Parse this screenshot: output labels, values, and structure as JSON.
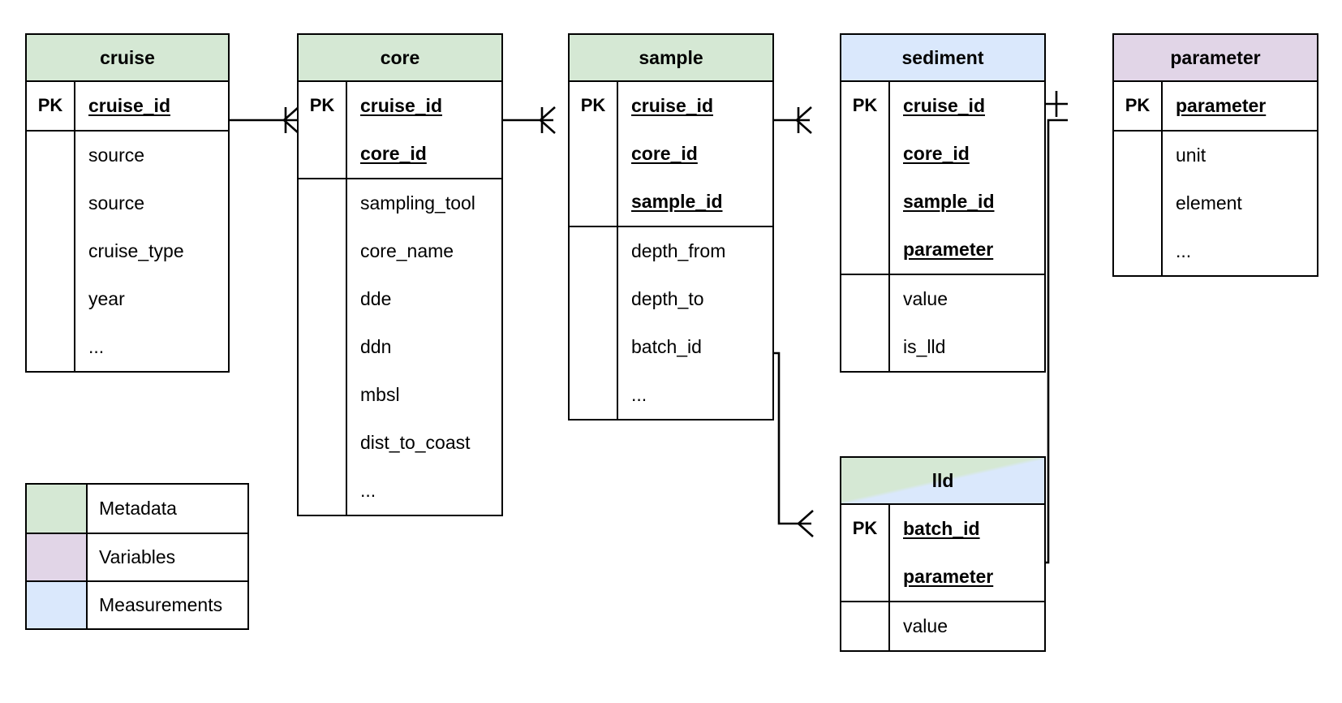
{
  "diagram": {
    "type": "entity-relationship-diagram",
    "notation": "crow's-foot",
    "colors": {
      "metadata": "#d5e8d4",
      "variables": "#e1d5e7",
      "measurements": "#dae8fc",
      "border": "#000000",
      "background": "#ffffff"
    }
  },
  "entities": [
    {
      "id": "cruise",
      "title": "cruise",
      "category": "Metadata",
      "header_fill": "#d5e8d4",
      "key_label": "PK",
      "primary_keys": [
        "cruise_id"
      ],
      "attributes": [
        "source",
        "source",
        "cruise_type",
        "year",
        "..."
      ]
    },
    {
      "id": "core",
      "title": "core",
      "category": "Metadata",
      "header_fill": "#d5e8d4",
      "key_label": "PK",
      "primary_keys": [
        "cruise_id",
        "core_id"
      ],
      "attributes": [
        "sampling_tool",
        "core_name",
        "dde",
        "ddn",
        "mbsl",
        "dist_to_coast",
        "..."
      ]
    },
    {
      "id": "sample",
      "title": "sample",
      "category": "Metadata",
      "header_fill": "#d5e8d4",
      "key_label": "PK",
      "primary_keys": [
        "cruise_id",
        "core_id",
        "sample_id"
      ],
      "attributes": [
        "depth_from",
        "depth_to",
        "batch_id",
        "..."
      ]
    },
    {
      "id": "sediment",
      "title": "sediment",
      "category": "Measurements",
      "header_fill": "#dae8fc",
      "key_label": "PK",
      "primary_keys": [
        "cruise_id",
        "core_id",
        "sample_id",
        "parameter"
      ],
      "attributes": [
        "value",
        "is_lld"
      ]
    },
    {
      "id": "parameter",
      "title": "parameter",
      "category": "Variables",
      "header_fill": "#e1d5e7",
      "key_label": "PK",
      "primary_keys": [
        "parameter"
      ],
      "attributes": [
        "unit",
        "element",
        "..."
      ]
    },
    {
      "id": "lld",
      "title": "lld",
      "category": "Metadata/Measurements",
      "header_fill": "gradient:#d5e8d4,#dae8fc",
      "key_label": "PK",
      "primary_keys": [
        "batch_id",
        "parameter"
      ],
      "attributes": [
        "value"
      ]
    }
  ],
  "relationships": [
    {
      "from": "cruise",
      "to": "core",
      "from_cardinality": "one",
      "to_cardinality": "many"
    },
    {
      "from": "core",
      "to": "sample",
      "from_cardinality": "one",
      "to_cardinality": "many"
    },
    {
      "from": "sample",
      "to": "sediment",
      "from_cardinality": "one",
      "to_cardinality": "many"
    },
    {
      "from": "sediment",
      "to": "parameter",
      "from_cardinality": "many",
      "to_cardinality": "one"
    },
    {
      "from": "sample",
      "to": "lld",
      "from_cardinality": "many",
      "to_cardinality": "many",
      "via": "batch_id"
    },
    {
      "from": "lld",
      "to": "parameter",
      "from_cardinality": "many",
      "to_cardinality": "zero-or-one",
      "via": "parameter"
    }
  ],
  "legend": {
    "items": [
      {
        "label": "Metadata",
        "color": "#d5e8d4"
      },
      {
        "label": "Variables",
        "color": "#e1d5e7"
      },
      {
        "label": "Measurements",
        "color": "#dae8fc"
      }
    ]
  }
}
